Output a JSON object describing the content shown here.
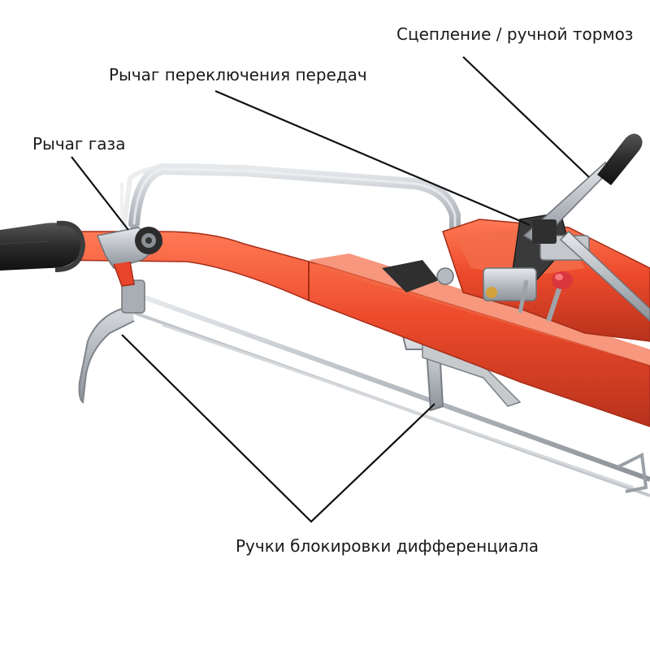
{
  "labels": {
    "clutch_brake": "Сцепление / ручной тормоз",
    "gear_lever": "Рычаг переключения передач",
    "throttle": "Рычаг газа",
    "diff_lock": "Ручки блокировки дифференциала"
  },
  "colors": {
    "frame": "#e8452a",
    "grip": "#2b2b2b",
    "metal": "#b9bec4",
    "knob_red": "#d9363e"
  }
}
